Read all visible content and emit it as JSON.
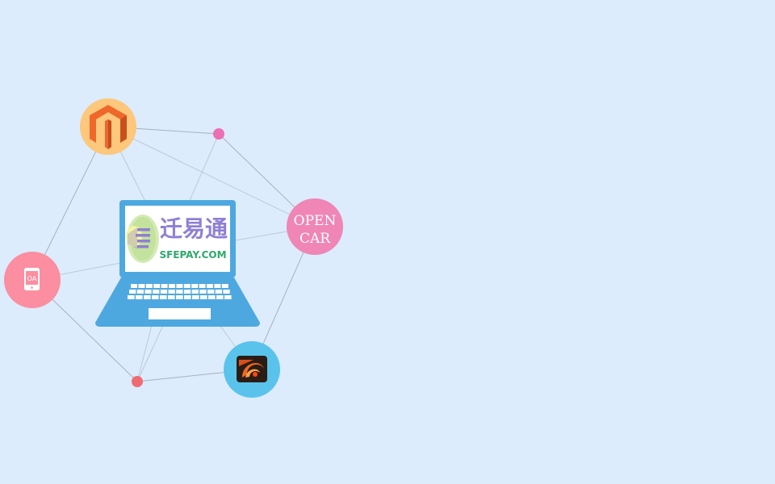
{
  "colors": {
    "background": "#dcecfd",
    "magento_circle": "#fdc77c",
    "magento_logo": "#ee672b",
    "opencart_circle": "#ef86b6",
    "oa_circle": "#fb8ea0",
    "zencart_circle": "#59c3ec",
    "laptop": "#4ea8e0",
    "node_pink": "#ec6fb5",
    "node_red": "#ef6b73",
    "brand_purple": "#8f7fd4",
    "brand_green": "#2ea86c",
    "connector_line": "#a9b2ba"
  },
  "icons": {
    "magento": "magento-logo-icon",
    "opencart": "opencart-logo-icon",
    "oa": "oa-mobile-icon",
    "zencart": "zencart-logo-icon",
    "laptop": "laptop-icon"
  },
  "nodes": {
    "opencart": {
      "line1": "OPEN",
      "line2": "CAR"
    },
    "oa": {
      "label": "OA"
    }
  },
  "laptop": {
    "brand_cn": "迁易通",
    "brand_url": "SFEPAY.COM"
  }
}
